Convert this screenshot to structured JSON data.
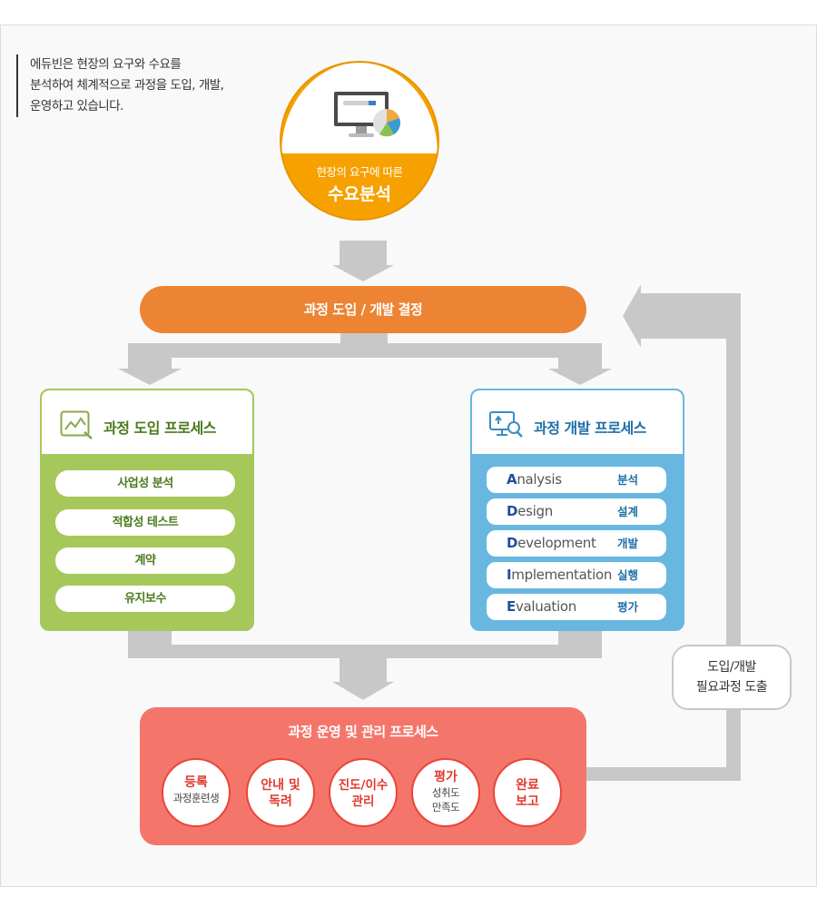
{
  "intro": {
    "line1": "에듀빈은 현장의 요구와 수요를",
    "line2": "분석하여 체계적으로 과정을 도입, 개발,",
    "line3": "운영하고 있습니다."
  },
  "analysis": {
    "subtitle": "현장의 요구에 따른",
    "title": "수요분석",
    "icon": "monitor-chart-icon"
  },
  "decision": {
    "label": "과정 도입 / 개발 결정"
  },
  "intro_process": {
    "title": "과정 도입 프로세스",
    "icon": "chart-line-icon",
    "items": [
      "사업성 분석",
      "적합성 테스트",
      "계약",
      "유지보수"
    ]
  },
  "dev_process": {
    "title": "과정 개발 프로세스",
    "icon": "monitor-search-icon",
    "items": [
      {
        "initial": "A",
        "rest": "nalysis",
        "ko": "분석"
      },
      {
        "initial": "D",
        "rest": "esign",
        "ko": "설계"
      },
      {
        "initial": "D",
        "rest": "evelopment",
        "ko": "개발"
      },
      {
        "initial": "I",
        "rest": "mplementation",
        "ko": "실행"
      },
      {
        "initial": "E",
        "rest": "valuation",
        "ko": "평가"
      }
    ]
  },
  "operations": {
    "title": "과정 운영 및 관리 프로세스",
    "steps": [
      {
        "main": "등록",
        "sub": "과정훈련생"
      },
      {
        "main": "안내 및\n독려",
        "sub": ""
      },
      {
        "main": "진도/이수\n관리",
        "sub": ""
      },
      {
        "main": "평가",
        "sub": "성취도\n만족도"
      },
      {
        "main": "완료\n보고",
        "sub": ""
      }
    ]
  },
  "feedback": {
    "line1": "도입/개발",
    "line2": "필요과정 도출"
  },
  "colors": {
    "orange_circle": "#f6a100",
    "decision": "#ec8433",
    "green": "#a6c85b",
    "blue": "#68b7e0",
    "ops": "#f4766b",
    "connector": "#c8c8c8"
  }
}
